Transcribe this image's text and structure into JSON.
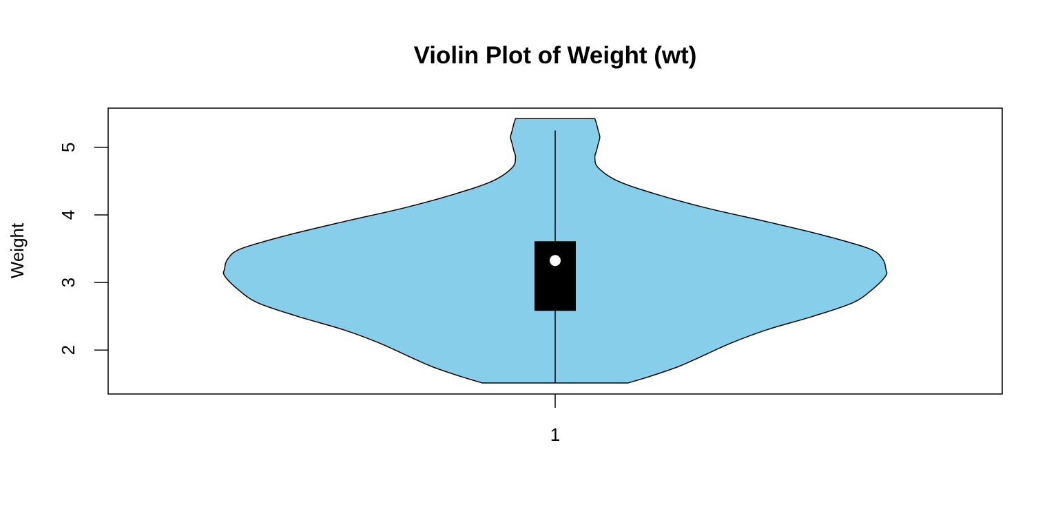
{
  "chart_data": {
    "type": "violin",
    "title": "Violin Plot of Weight (wt)",
    "xlabel": "",
    "ylabel": "Weight",
    "x_tick_labels": [
      "1"
    ],
    "y_ticks": [
      2,
      3,
      4,
      5
    ],
    "ylim": [
      1.35,
      5.58
    ],
    "fill_color": "#87CEEB",
    "line_color": "#000000",
    "median_marker_color": "#FFFFFF",
    "grid": false,
    "legend": "none",
    "series": [
      {
        "category": "1",
        "min": 1.513,
        "q1": 2.581,
        "median": 3.325,
        "q3": 3.61,
        "max": 5.25,
        "whisker_low": 1.513,
        "whisker_high": 5.25,
        "density_range": [
          1.513,
          5.424
        ],
        "density_profile": [
          [
            1.513,
            0.22
          ],
          [
            1.6,
            0.28
          ],
          [
            1.75,
            0.37
          ],
          [
            1.9,
            0.44
          ],
          [
            2.1,
            0.53
          ],
          [
            2.3,
            0.64
          ],
          [
            2.5,
            0.78
          ],
          [
            2.7,
            0.9
          ],
          [
            2.9,
            0.96
          ],
          [
            3.1,
            1.0
          ],
          [
            3.2,
            1.0
          ],
          [
            3.35,
            0.99
          ],
          [
            3.5,
            0.95
          ],
          [
            3.7,
            0.81
          ],
          [
            3.9,
            0.64
          ],
          [
            4.1,
            0.46
          ],
          [
            4.3,
            0.31
          ],
          [
            4.5,
            0.19
          ],
          [
            4.7,
            0.13
          ],
          [
            4.85,
            0.12
          ],
          [
            4.95,
            0.125
          ],
          [
            5.05,
            0.13
          ],
          [
            5.15,
            0.135
          ],
          [
            5.25,
            0.13
          ],
          [
            5.35,
            0.125
          ],
          [
            5.424,
            0.12
          ]
        ]
      }
    ]
  }
}
